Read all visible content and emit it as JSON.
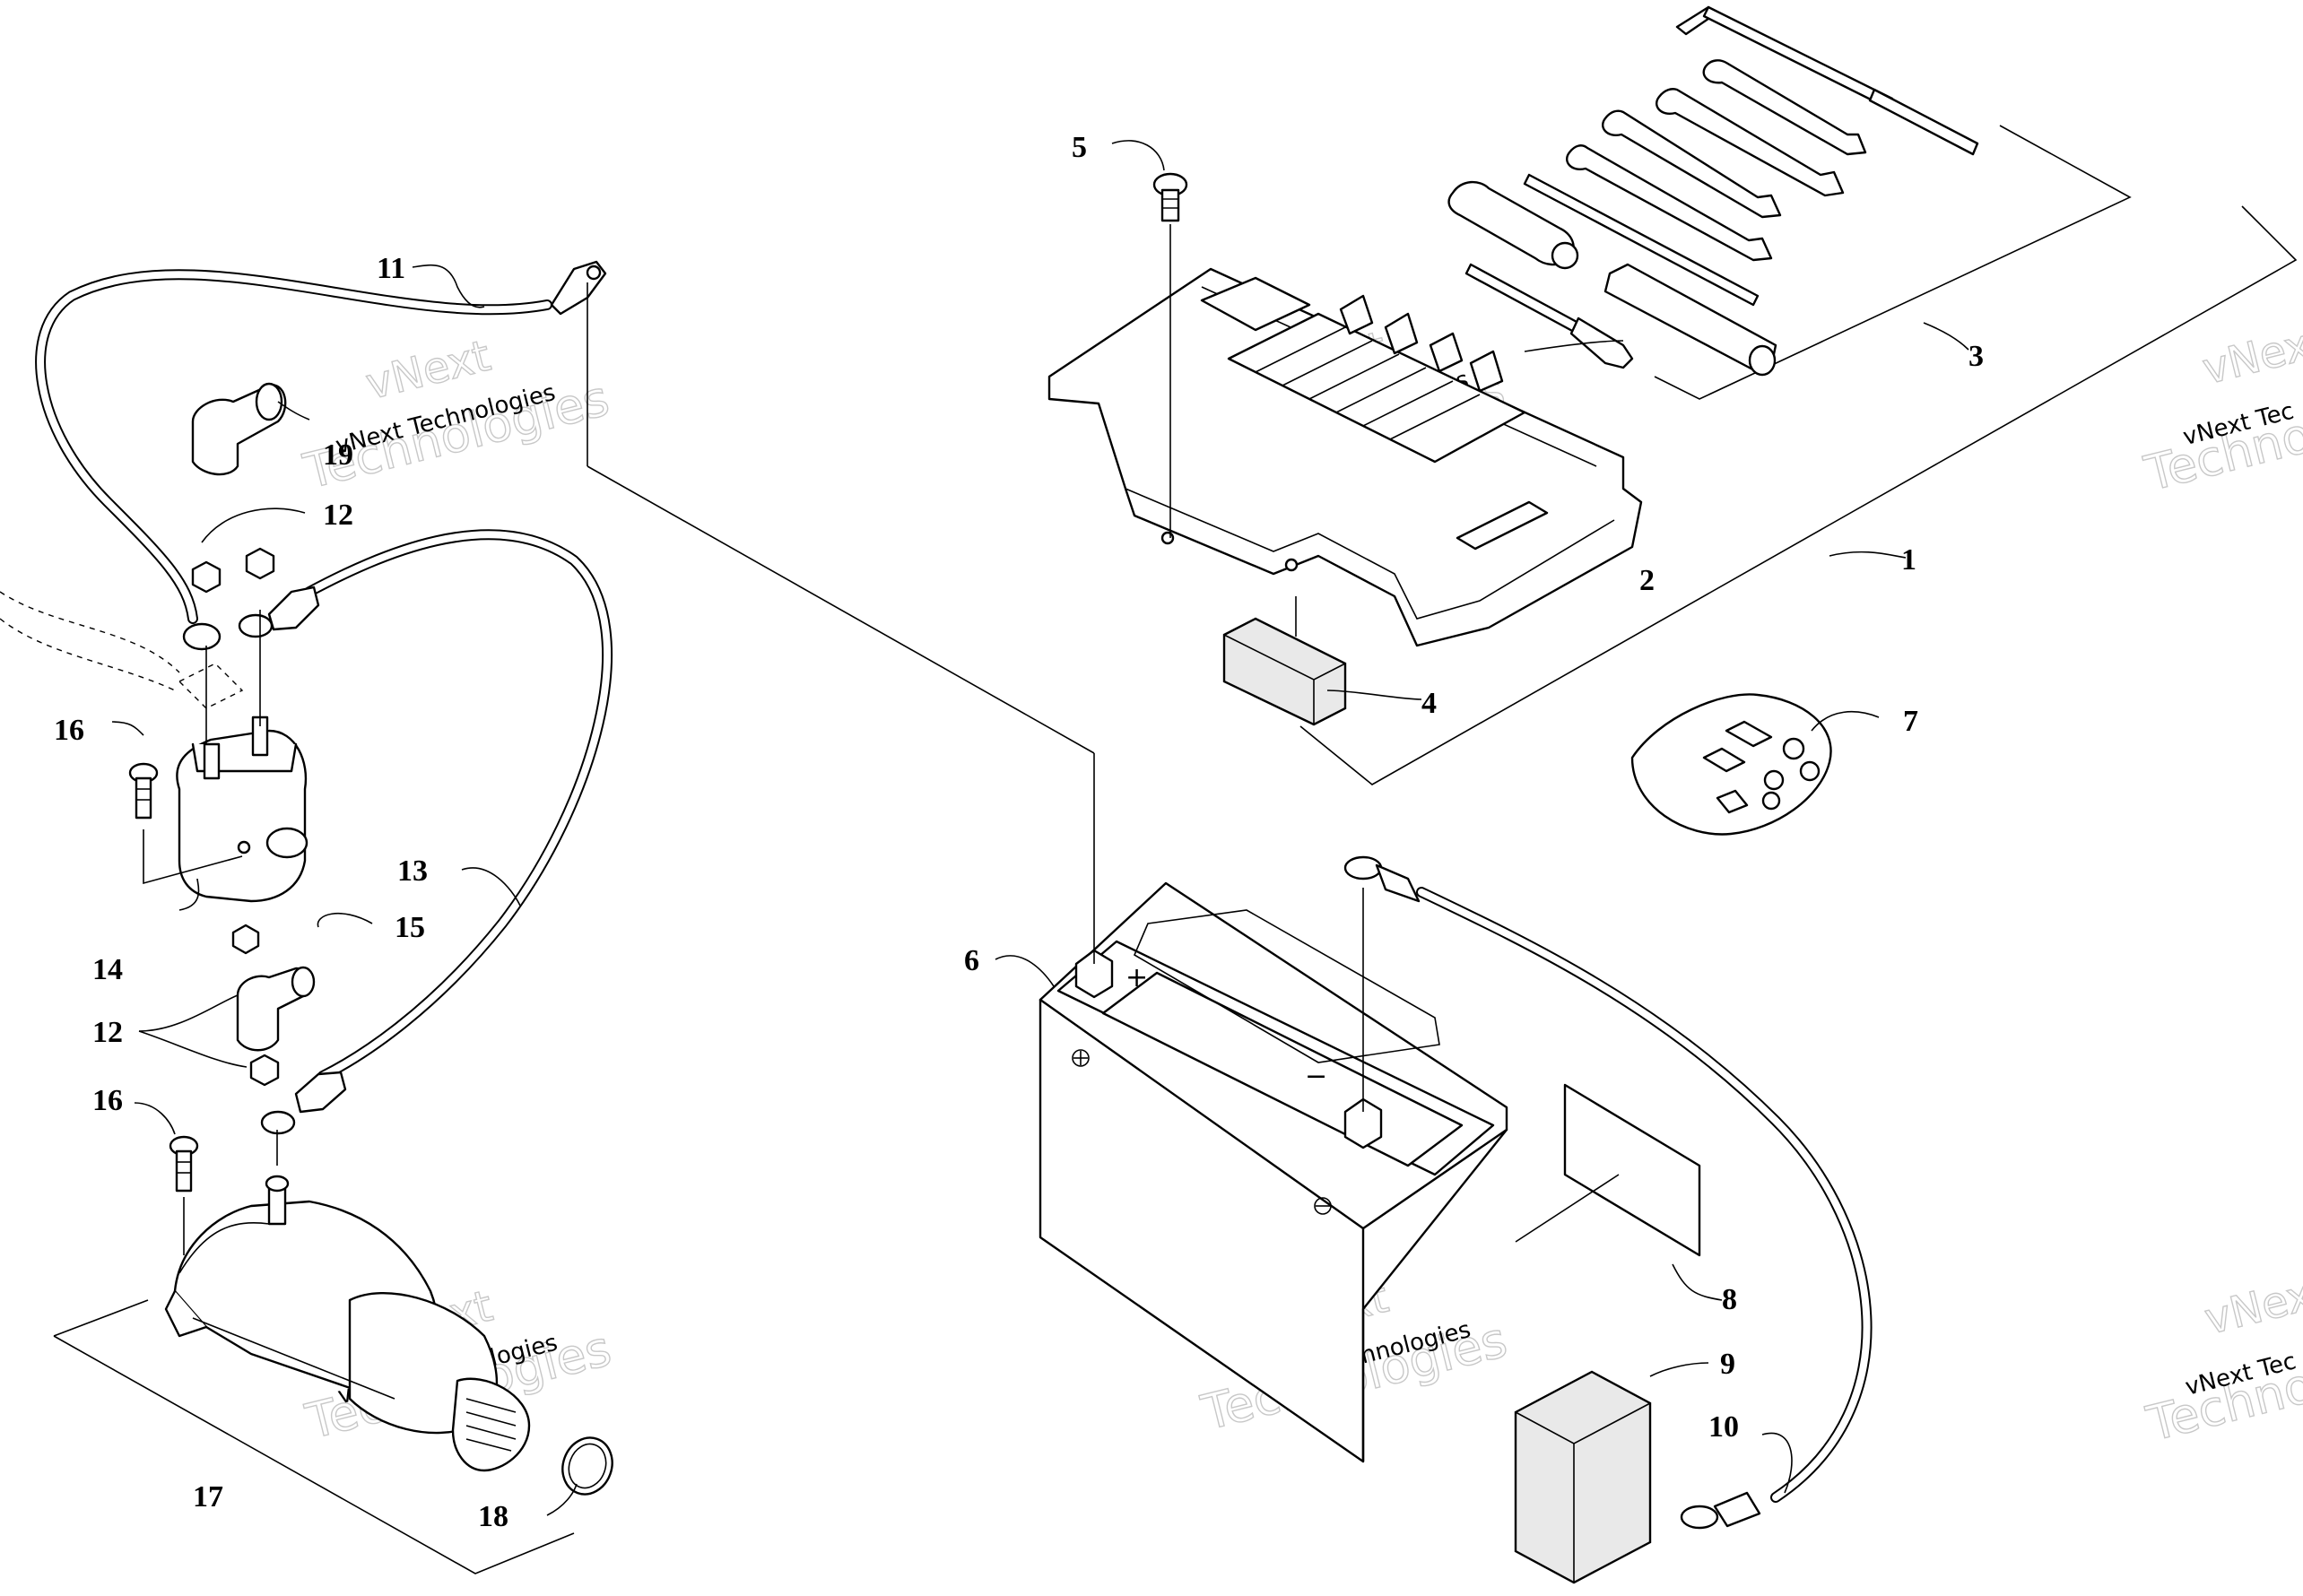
{
  "diagram": {
    "callouts": {
      "c1": "1",
      "c2": "2",
      "c3": "3",
      "c4": "4",
      "c5": "5",
      "c6": "6",
      "c7": "7",
      "c8": "8",
      "c9": "9",
      "c10": "10",
      "c11": "11",
      "c12a": "12",
      "c12b": "12",
      "c13": "13",
      "c14": "14",
      "c15": "15",
      "c16a": "16",
      "c16b": "16",
      "c17": "17",
      "c18": "18",
      "c19": "19"
    },
    "battery_label": {
      "plus": "+",
      "minus": "−"
    },
    "watermark": {
      "line1": "vNext",
      "line2": "Technologies",
      "caption": "vNext Technologies",
      "caption_partial": "vNext Tec"
    }
  }
}
